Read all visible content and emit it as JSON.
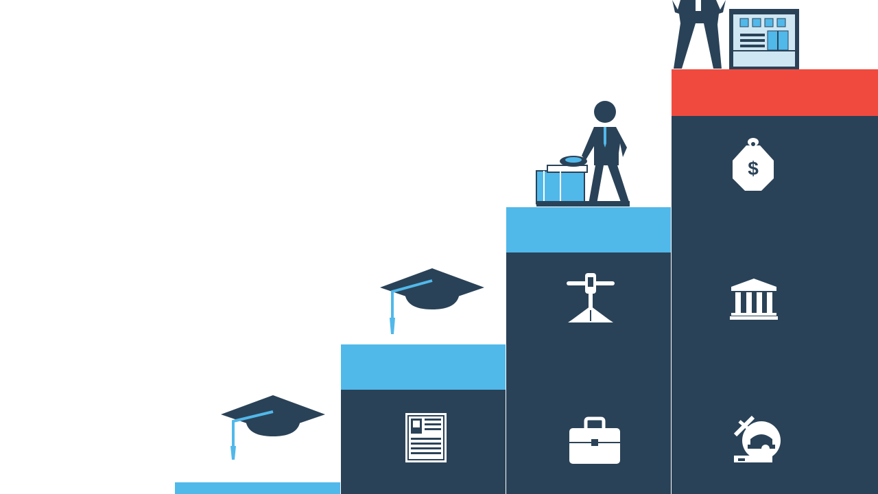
{
  "colors": {
    "navy": "#2a4257",
    "sky": "#51b8ea",
    "red": "#f04a3f",
    "white": "#ffffff",
    "light_panel": "#cfe6f3"
  },
  "steps": [
    {
      "cap_color": "sky",
      "icons": []
    },
    {
      "cap_color": "sky",
      "icons": [
        "newspaper-icon"
      ]
    },
    {
      "cap_color": "sky",
      "icons": [
        "briefcase-icon",
        "microscope-icon"
      ]
    },
    {
      "cap_color": "red",
      "icons": [
        "scientist-icon",
        "bank-icon",
        "money-bag-icon"
      ]
    }
  ],
  "figures": [
    "graduation-cap-icon",
    "graduation-cap-icon",
    "businessman-with-suitcase",
    "businessman-at-top-with-dashboard"
  ]
}
